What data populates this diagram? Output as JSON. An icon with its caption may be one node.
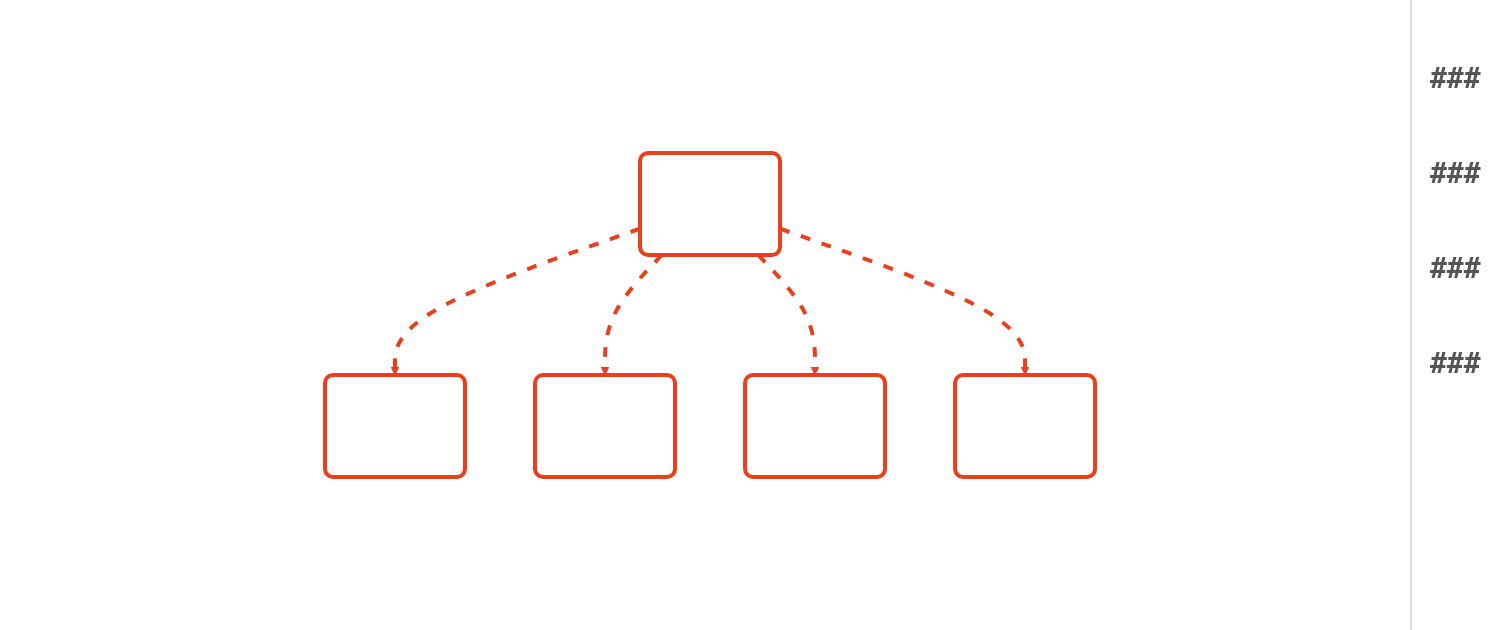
{
  "diagram": {
    "nodes": [
      {
        "text": [],
        "shape": "box"
      },
      {
        "text": [],
        "shape": "box"
      },
      {
        "text": [],
        "shape": "box"
      },
      {
        "text": [],
        "shape": "box"
      },
      {
        "text": [],
        "shape": "box"
      }
    ],
    "edges": [
      {
        "from": 0,
        "to": 1,
        "arrow": "to",
        "style": "dashed"
      },
      {
        "from": 0,
        "to": 2,
        "arrow": "to",
        "style": "dashed"
      },
      {
        "from": 0,
        "to": 3,
        "arrow": "to",
        "style": "dashed"
      },
      {
        "from": 0,
        "to": 4,
        "arrow": "to",
        "style": "dashed"
      }
    ],
    "labels": [
      "###",
      "###",
      "###",
      "###"
    ]
  }
}
